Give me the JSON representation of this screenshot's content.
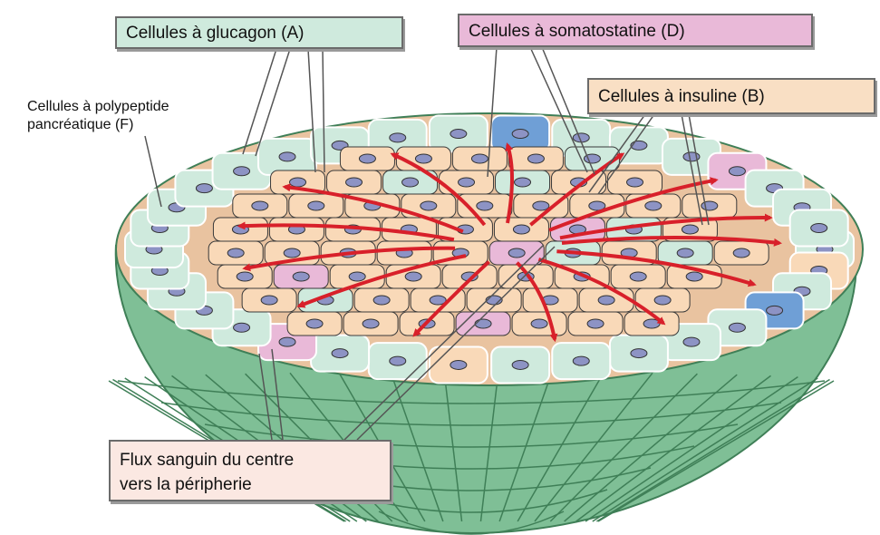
{
  "labels": {
    "glucagon": "Cellules à glucagon (A)",
    "somatostatine": "Cellules à somatostatine (D)",
    "insuline": "Cellules à insuline (B)",
    "polypeptide": "Cellules à polypeptide\npancréatique (F)",
    "flux": "Flux sanguin du centre\nvers la péripherie"
  },
  "colors": {
    "alpha_cell": "#cfeadd",
    "delta_cell": "#e9b9d8",
    "beta_cell": "#f9d9b8",
    "f_cell": "#6f9fd6",
    "outer_wall": "#7fbf96",
    "blood_arrow": "#d8202a",
    "nucleus": "#8d93c4"
  }
}
